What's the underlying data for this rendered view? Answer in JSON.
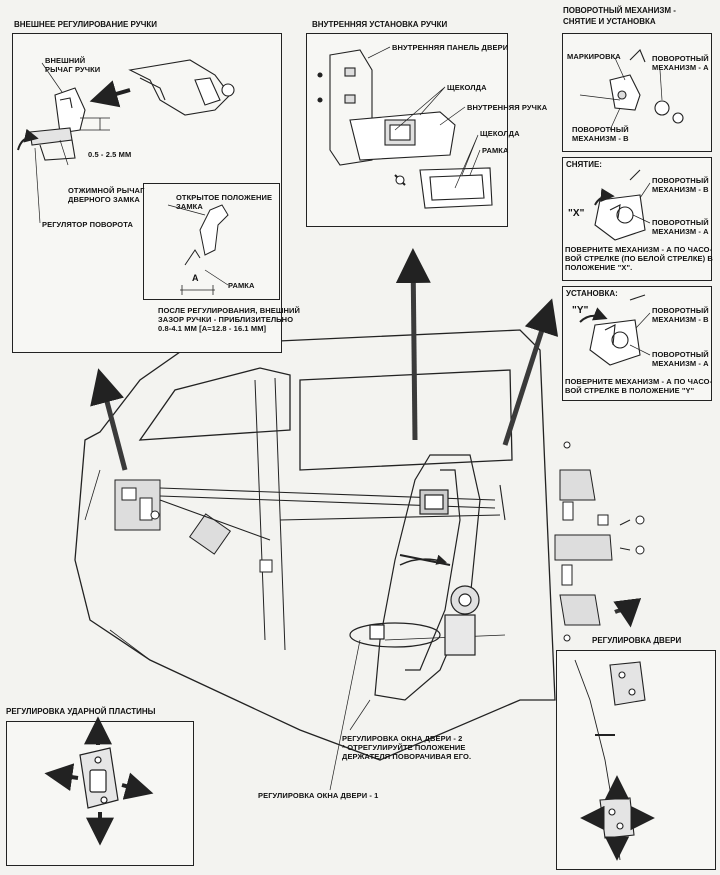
{
  "titles": {
    "outer_handle": "ВНЕШНЕЕ РЕГУЛИРОВАНИЕ РУЧКИ",
    "inner_handle": "ВНУТРЕННЯЯ УСТАНОВКА РУЧКИ",
    "rotary_1": "ПОВОРОТНЫЙ МЕХАНИЗМ -",
    "rotary_2": "СНЯТИЕ  И  УСТАНОВКА",
    "removal": "СНЯТИЕ:",
    "install": "УСТАНОВКА:",
    "striker": "РЕГУЛИРОВКА УДАРНОЙ ПЛАСТИНЫ",
    "door_adj": "РЕГУЛИРОВКА ДВЕРИ"
  },
  "outer": {
    "lever_1": "ВНЕШНИЙ",
    "lever_2": "РЫЧАГ РУЧКИ",
    "gap": "0.5 - 2.5 ММ",
    "release_1": "ОТЖИМНОЙ РЫЧАГ",
    "release_2": "ДВЕРНОГО ЗАМКА",
    "rotation": "РЕГУЛЯТОР ПОВОРОТА",
    "open_1": "ОТКРЫТОЕ ПОЛОЖЕНИЕ",
    "open_2": "ЗАМКА",
    "dim_a": "A",
    "frame": "РАМКА",
    "note_1": "ПОСЛЕ РЕГУЛИРОВАНИЯ, ВНЕШНИЙ",
    "note_2": "ЗАЗОР РУЧКИ - ПРИБЛИЗИТЕЛЬНО",
    "note_3": "0.8-4.1 ММ [A=12.8 - 16.1 ММ]"
  },
  "inner": {
    "panel": "ВНУТРЕННЯЯ ПАНЕЛЬ ДВЕРИ",
    "latch": "ЩЕКОЛДА",
    "handle": "ВНУТРЕННЯЯ РУЧКА",
    "latch2": "ЩЕКОЛДА",
    "frame": "РАМКА"
  },
  "rotary": {
    "marking": "МАРКИРОВКА",
    "mech_a_1": "ПОВОРОТНЫЙ",
    "mech_a_2": "МЕХАНИЗМ - А",
    "mech_b_1": "ПОВОРОТНЫЙ",
    "mech_b_2": "МЕХАНИЗМ - В"
  },
  "removal": {
    "mech_b_1": "ПОВОРОТНЫЙ",
    "mech_b_2": "МЕХАНИЗМ - В",
    "mark_x": "\"X\"",
    "mech_a_1": "ПОВОРОТНЫЙ",
    "mech_a_2": "МЕХАНИЗМ - А",
    "note_1": "ПОВЕРНИТЕ МЕХАНИЗМ - А ПО ЧАСО-",
    "note_2": "ВОЙ СТРЕЛКЕ (ПО БЕЛОЙ СТРЕЛКЕ) В",
    "note_3": "ПОЛОЖЕНИЕ \"X\"."
  },
  "install": {
    "mark_y": "\"Y\"",
    "mech_b_1": "ПОВОРОТНЫЙ",
    "mech_b_2": "МЕХАНИЗМ - В",
    "mech_a_1": "ПОВОРОТНЫЙ",
    "mech_a_2": "МЕХАНИЗМ - А",
    "note_1": "ПОВЕРНИТЕ МЕХАНИЗМ - А ПО ЧАСО-",
    "note_2": "ВОЙ СТРЕЛКЕ В ПОЛОЖЕНИЕ \"Y\""
  },
  "window": {
    "adj2_1": "РЕГУЛИРОВКА ОКНА ДВЕРИ - 2",
    "adj2_2": "* ОТРЕГУЛИРУЙТЕ ПОЛОЖЕНИЕ",
    "adj2_3": "ДЕРЖАТЕЛЯ ПОВОРАЧИВАЯ ЕГО.",
    "adj1": "РЕГУЛИРОВКА ОКНА ДВЕРИ - 1"
  },
  "colors": {
    "ink": "#1a1a1a",
    "paper": "#f3f3f0",
    "arrow": "#3a3a3a"
  }
}
